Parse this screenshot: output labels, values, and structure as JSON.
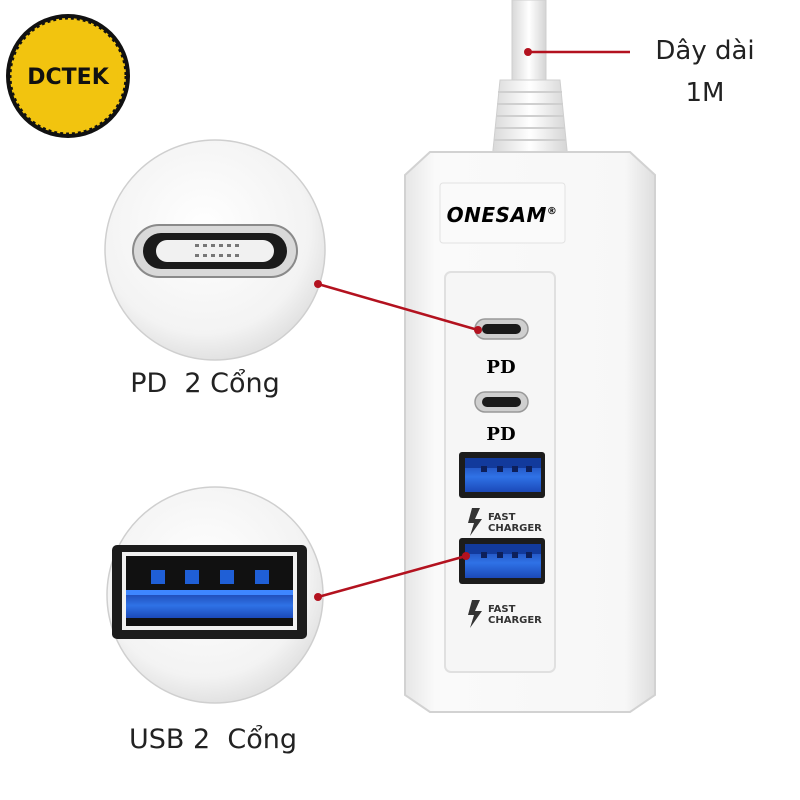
{
  "badge": {
    "text": "DCTEK",
    "bg": "#f2c40f",
    "fg": "#111111"
  },
  "device": {
    "brand": "ONESAM",
    "trademark": "®"
  },
  "ports": {
    "pd1": "PD",
    "pd2": "PD",
    "usb1": {
      "line1": "FAST",
      "line2": "CHARGER"
    },
    "usb2": {
      "line1": "FAST",
      "line2": "CHARGER"
    }
  },
  "callouts": {
    "cable_line1": "Dây dài",
    "cable_line2": "1M",
    "pd": "PD  2 Cổng",
    "usb": "USB 2  Cổng"
  },
  "colors": {
    "callout_line": "#b3121f",
    "usb_blue": "#1f5fd6",
    "body": "#f4f4f4"
  }
}
